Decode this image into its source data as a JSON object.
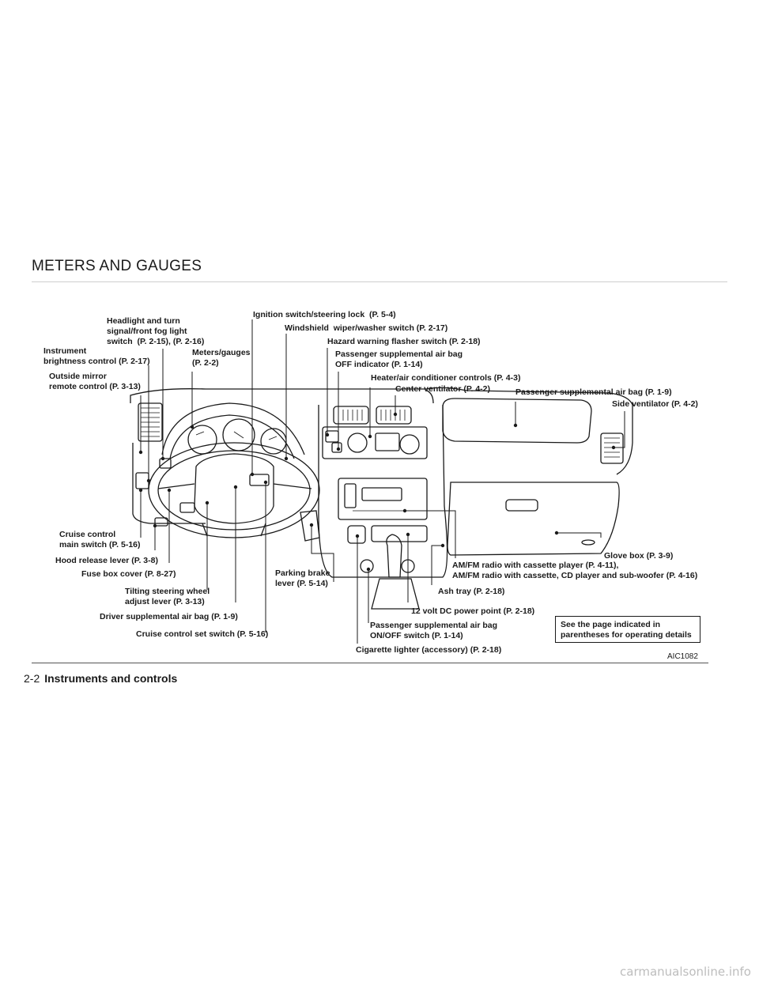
{
  "section": {
    "title": "METERS AND GAUGES"
  },
  "callouts": {
    "headlight": "Headlight and turn\nsignal/front fog light\nswitch  (P. 2-15), (P. 2-16)",
    "ignition": "Ignition switch/steering lock  (P. 5-4)",
    "wiper": "Windshield  wiper/washer switch (P. 2-17)",
    "hazard": "Hazard warning flasher switch (P. 2-18)",
    "airbag_indicator": "Passenger supplemental air bag\nOFF indicator (P. 1-14)",
    "instrument_brightness": "Instrument\nbrightness control (P. 2-17)",
    "meters": "Meters/gauges\n(P. 2-2)",
    "outside_mirror": "Outside mirror\nremote control (P. 3-13)",
    "heater": "Heater/air conditioner controls (P. 4-3)",
    "center_vent": "Center ventilator (P. 4-2)",
    "passenger_airbag": "Passenger supplemental air bag (P. 1-9)",
    "side_vent": "Side ventilator (P. 4-2)",
    "cruise_main": "Cruise control\nmain switch (P. 5-16)",
    "glove_box": "Glove box (P. 3-9)",
    "hood_release": "Hood release lever (P. 3-8)",
    "radio": "AM/FM radio with cassette player (P. 4-11),\nAM/FM radio with cassette, CD player and sub-woofer (P. 4-16)",
    "fuse_box": "Fuse box cover (P. 8-27)",
    "parking_brake": "Parking brake\nlever (P. 5-14)",
    "tilt_steering": "Tilting steering wheel\nadjust lever (P. 3-13)",
    "ash_tray": "Ash tray (P. 2-18)",
    "driver_airbag": "Driver supplemental air bag (P. 1-9)",
    "power_point": "12 volt DC power point (P. 2-18)",
    "airbag_switch": "Passenger supplemental air bag\nON/OFF switch (P. 1-14)",
    "cruise_set": "Cruise control set switch (P. 5-16)",
    "cigarette": "Cigarette lighter (accessory) (P. 2-18)"
  },
  "note": "See the page indicated in\nparentheses for operating details",
  "figure_code": "AIC1082",
  "footer": {
    "page": "2-2",
    "title": "Instruments and controls"
  },
  "watermark": "carmanualsonline.info"
}
